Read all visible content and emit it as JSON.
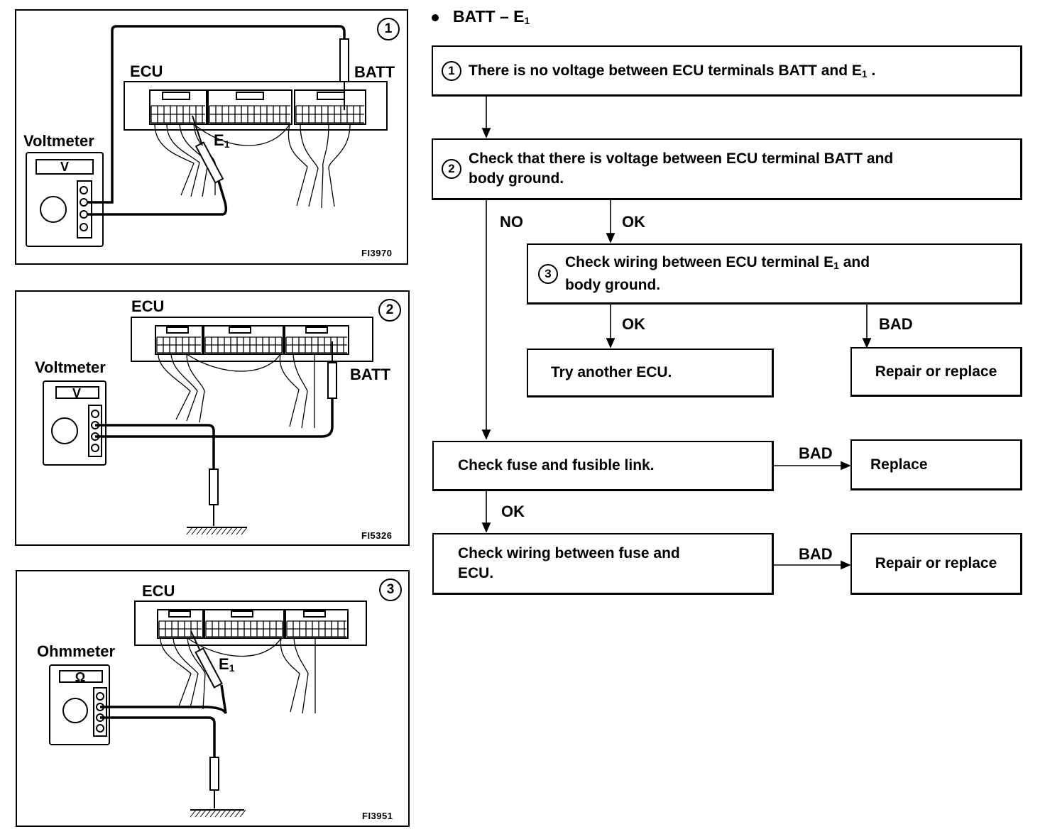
{
  "title": {
    "text": "BATT – E",
    "sub": "1"
  },
  "panels": [
    {
      "num": "1",
      "ecu": "ECU",
      "meter": "Voltmeter",
      "meter_symbol": "V",
      "tag": "BATT",
      "tag_sub": "",
      "code": "FI3970"
    },
    {
      "num": "2",
      "ecu": "ECU",
      "meter": "Voltmeter",
      "meter_symbol": "V",
      "tag": "BATT",
      "code": "FI5326"
    },
    {
      "num": "3",
      "ecu": "ECU",
      "meter": "Ohmmeter",
      "meter_symbol": "Ω",
      "tag": "E",
      "tag_sub": "1",
      "code": "FI3951"
    }
  ],
  "panel1_e1": {
    "text": "E",
    "sub": "1"
  },
  "flow": {
    "step1": {
      "num": "1",
      "text": "There is no voltage between ECU terminals BATT and E",
      "sub": "1",
      "suffix": " ."
    },
    "step2": {
      "num": "2",
      "line1": "Check that there is voltage between ECU terminal BATT and",
      "line2": "body ground."
    },
    "step3": {
      "num": "3",
      "line1a": "Check wiring between ECU terminal E",
      "line1sub": "1",
      "line1b": "  and",
      "line2": "body ground."
    },
    "try_ecu": "Try another ECU.",
    "repair1": "Repair or replace",
    "fuse": "Check fuse and fusible link.",
    "replace": "Replace",
    "wiring": {
      "line1": "Check wiring between fuse and",
      "line2": "ECU."
    },
    "repair2": "Repair or replace",
    "labels": {
      "no": "NO",
      "ok1": "OK",
      "ok2": "OK",
      "bad1": "BAD",
      "bad2": "BAD",
      "ok3": "OK",
      "bad3": "BAD"
    }
  }
}
